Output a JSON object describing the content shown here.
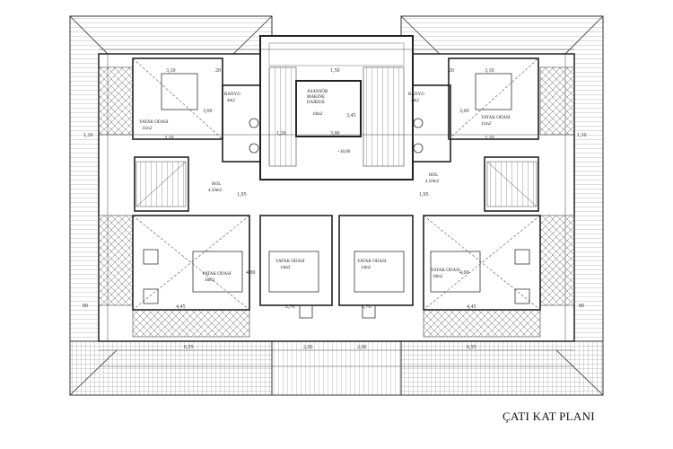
{
  "title": "ÇATI KAT PLANI",
  "rooms": {
    "elevator": {
      "name": "ASANSÖR\nMAKİNE\nDAİRESİ",
      "area": "10m2"
    },
    "bath_left": {
      "name": "BANYO",
      "area": "4m2"
    },
    "bath_right": {
      "name": "BANYO",
      "area": "4m2"
    },
    "bed_top_left": {
      "name": "YATAK ODASI",
      "area": "11m2"
    },
    "bed_top_right": {
      "name": "YATAK ODASI",
      "area": "11m2"
    },
    "hall_left": {
      "name": "HOL",
      "area": "4.50m2"
    },
    "hall_right": {
      "name": "HOL",
      "area": "4.50m2"
    },
    "bed_mid_left": {
      "name": "YATAK ODASI",
      "area": "18m2"
    },
    "bed_center_left": {
      "name": "YATAK ODASI",
      "area": "14m2"
    },
    "bed_center_right": {
      "name": "YATAK ODASI",
      "area": "14m2"
    },
    "bed_mid_right": {
      "name": "YATAK ODASI",
      "area": "18m2"
    }
  },
  "level_mark": "+18,00",
  "dimensions": {
    "d1": "3,10",
    "d2": "3,10",
    "d3": "3,10",
    "d4": "3,10",
    "d5": "1,50",
    "d6": "3,90",
    "d7": "3,45",
    "d8": "1,20",
    "d9": "1,10",
    "d10": "1,10",
    "d11": "4,45",
    "d12": "4,45",
    "d13": "2,70",
    "d14": "2,70",
    "d15": "6,55",
    "d16": "6,55",
    "d17": "2,00",
    "d18": "2,00",
    "d19": "3,60",
    "d20": "3,60",
    "d21": "1,95",
    "d22": "1,95",
    "d23": "4,00",
    "d24": "4,00",
    "d25": "80",
    "d26": "80",
    "d27": "20",
    "d28": "20"
  }
}
